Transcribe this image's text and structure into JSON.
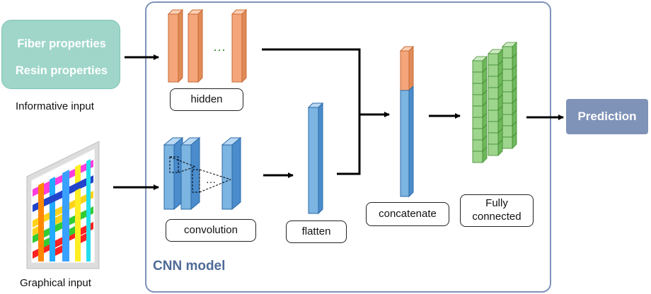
{
  "inputs": {
    "informative": {
      "lines": [
        "Fiber properties",
        "Resin properties"
      ],
      "caption": "Informative input"
    },
    "graphical": {
      "caption": "Graphical input"
    }
  },
  "model": {
    "title": "CNN model",
    "hidden_label": "hidden",
    "convolution_label": "convolution",
    "flatten_label": "flatten",
    "concatenate_label": "concatenate",
    "fully_connected_label": "Fully connected",
    "hidden_ellipsis": "···",
    "conv_ellipsis": "···"
  },
  "output": {
    "label": "Prediction"
  },
  "colors": {
    "informative_box": "#9fd6c9",
    "hidden_layer": "#f4a57a",
    "conv_layer": "#7cb4e2",
    "fully_connected": "#9ed58d",
    "prediction_box": "#7f93b8",
    "model_border": "#7f93b8",
    "model_title": "#4f6b97"
  }
}
